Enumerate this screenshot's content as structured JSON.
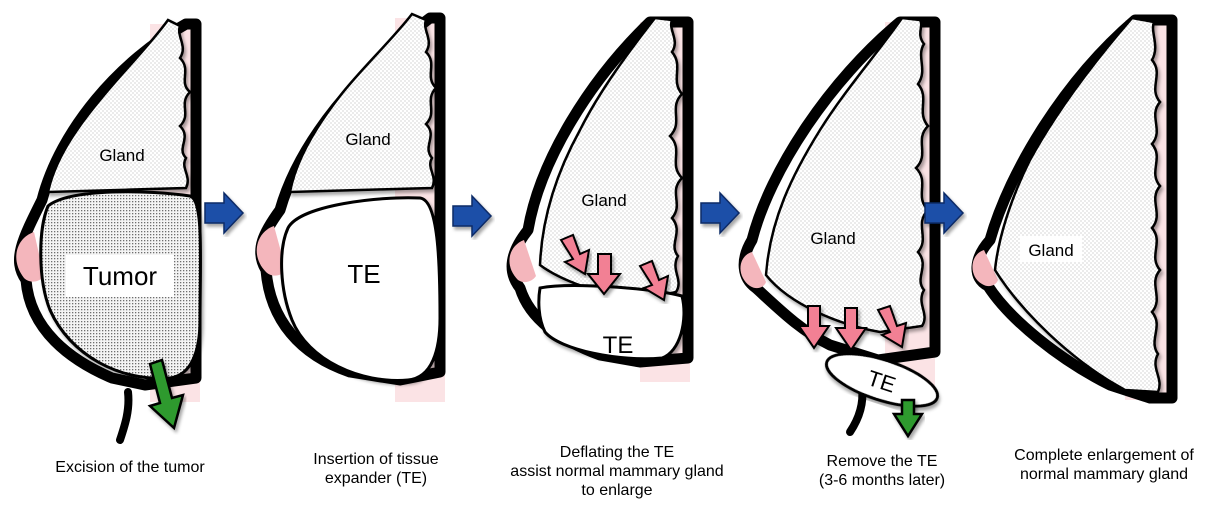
{
  "panels": [
    {
      "gland_label": "Gland",
      "tumor_label": "Tumor",
      "caption": [
        "Excision of the tumor"
      ]
    },
    {
      "gland_label": "Gland",
      "te_label": "TE",
      "caption": [
        "Insertion of tissue",
        "expander (TE)"
      ]
    },
    {
      "gland_label": "Gland",
      "te_label": "TE",
      "caption": [
        "Deflating the TE",
        "assist normal mammary gland",
        "to enlarge"
      ]
    },
    {
      "gland_label": "Gland",
      "te_label": "TE",
      "caption": [
        "Remove the TE",
        "(3-6 months later)"
      ]
    },
    {
      "gland_label": "Gland",
      "caption": [
        "Complete enlargement of",
        "normal mammary gland"
      ]
    }
  ],
  "colors": {
    "skin": "#fbe3e5",
    "nipple": "#f4b6bc",
    "step_arrow": "#1f4fa8",
    "press_arrow": "#f28094",
    "remove_arrow": "#2f9a2f",
    "outline": "#000000"
  }
}
